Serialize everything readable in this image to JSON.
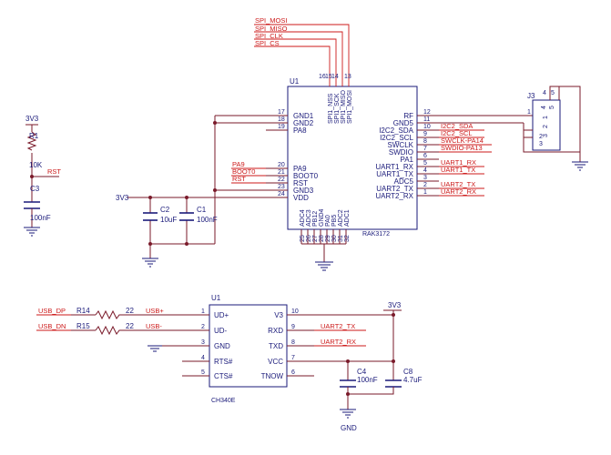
{
  "top": {
    "u1_ref": "U1",
    "u1_part": "RAK3172",
    "spi_nets": [
      "SPI_MOSI",
      "SPI_MISO",
      "SPI_CLK",
      "SPI_CS"
    ],
    "spi_pins": [
      {
        "num": "16",
        "name": "SPI1_NSS"
      },
      {
        "num": "15",
        "name": "SPI1_SCK"
      },
      {
        "num": "14",
        "name": "SPI1_MISO"
      },
      {
        "num": "13",
        "name": "SPI1_MOSI"
      }
    ],
    "left_pins": [
      {
        "num": "17",
        "name": "GND1"
      },
      {
        "num": "18",
        "name": "GND2"
      },
      {
        "num": "19",
        "name": "PA8"
      },
      {
        "num": "20",
        "name": "PA9"
      },
      {
        "num": "21",
        "name": "BOOT0"
      },
      {
        "num": "22",
        "name": "RST"
      },
      {
        "num": "23",
        "name": "GND3"
      },
      {
        "num": "24",
        "name": "VDD"
      }
    ],
    "left_nets": [
      "PA9",
      "BOOT0",
      "RST"
    ],
    "right_pins": [
      {
        "num": "12",
        "name": "RF"
      },
      {
        "num": "11",
        "name": "GND5"
      },
      {
        "num": "10",
        "name": "I2C2_SDA"
      },
      {
        "num": "9",
        "name": "I2C2_SCL"
      },
      {
        "num": "8",
        "name": "SWCLK"
      },
      {
        "num": "7",
        "name": "SWDIO"
      },
      {
        "num": "6",
        "name": "PA1"
      },
      {
        "num": "5",
        "name": "UART1_RX"
      },
      {
        "num": "4",
        "name": "UART1_TX"
      },
      {
        "num": "3",
        "name": "ADC5"
      },
      {
        "num": "2",
        "name": "UART2_TX"
      },
      {
        "num": "1",
        "name": "UART2_RX"
      }
    ],
    "right_nets": [
      "I2C2_SDA",
      "I2C2_SCL",
      "SWCLK-PA14",
      "SWDIO-PA13",
      "UART1_RX",
      "UART1_TX",
      "UART2_TX",
      "UART2_RX"
    ],
    "bottom_pins": [
      {
        "num": "25",
        "name": "ADC4"
      },
      {
        "num": "26",
        "name": "ADC3"
      },
      {
        "num": "27",
        "name": "PB12"
      },
      {
        "num": "28",
        "name": "GND4"
      },
      {
        "num": "29",
        "name": "PA0"
      },
      {
        "num": "30",
        "name": "PB5"
      },
      {
        "num": "31",
        "name": "ADC2"
      },
      {
        "num": "32",
        "name": "ADC1"
      }
    ],
    "vdd_label": "3V3",
    "c2_ref": "C2",
    "c2_val": "10uF",
    "c1_ref": "C1",
    "c1_val": "100nF"
  },
  "reset": {
    "vcc": "3V3",
    "r1_ref": "R1",
    "r1_val": "10K",
    "rst_net": "RST",
    "c3_ref": "C3",
    "c3_val": "100nF"
  },
  "antenna": {
    "j3_ref": "J3",
    "pin_nums": [
      "1",
      "2",
      "3",
      "4",
      "5"
    ],
    "inner_nums": [
      "4",
      "5",
      "1",
      "2",
      "3"
    ]
  },
  "usb": {
    "u1_ref": "U1",
    "part": "CH340E",
    "dp_net": "USB_DP",
    "dn_net": "USB_DN",
    "r14_ref": "R14",
    "r14_val": "22",
    "r15_ref": "R15",
    "r15_val": "22",
    "usbp_net": "USB+",
    "usbm_net": "USB-",
    "left_pins": [
      {
        "num": "1",
        "name": "UD+"
      },
      {
        "num": "2",
        "name": "UD-"
      },
      {
        "num": "3",
        "name": "GND"
      },
      {
        "num": "4",
        "name": "RTS#"
      },
      {
        "num": "5",
        "name": "CTS#"
      }
    ],
    "right_pins": [
      {
        "num": "10",
        "name": "V3"
      },
      {
        "num": "9",
        "name": "RXD"
      },
      {
        "num": "8",
        "name": "TXD"
      },
      {
        "num": "7",
        "name": "VCC"
      },
      {
        "num": "6",
        "name": "TNOW"
      }
    ],
    "rxd_net": "UART2_TX",
    "txd_net": "UART2_RX",
    "vcc": "3V3",
    "c4_ref": "C4",
    "c4_val": "100nF",
    "c8_ref": "C8",
    "c8_val": "4.7uF",
    "gnd_label": "GND"
  }
}
